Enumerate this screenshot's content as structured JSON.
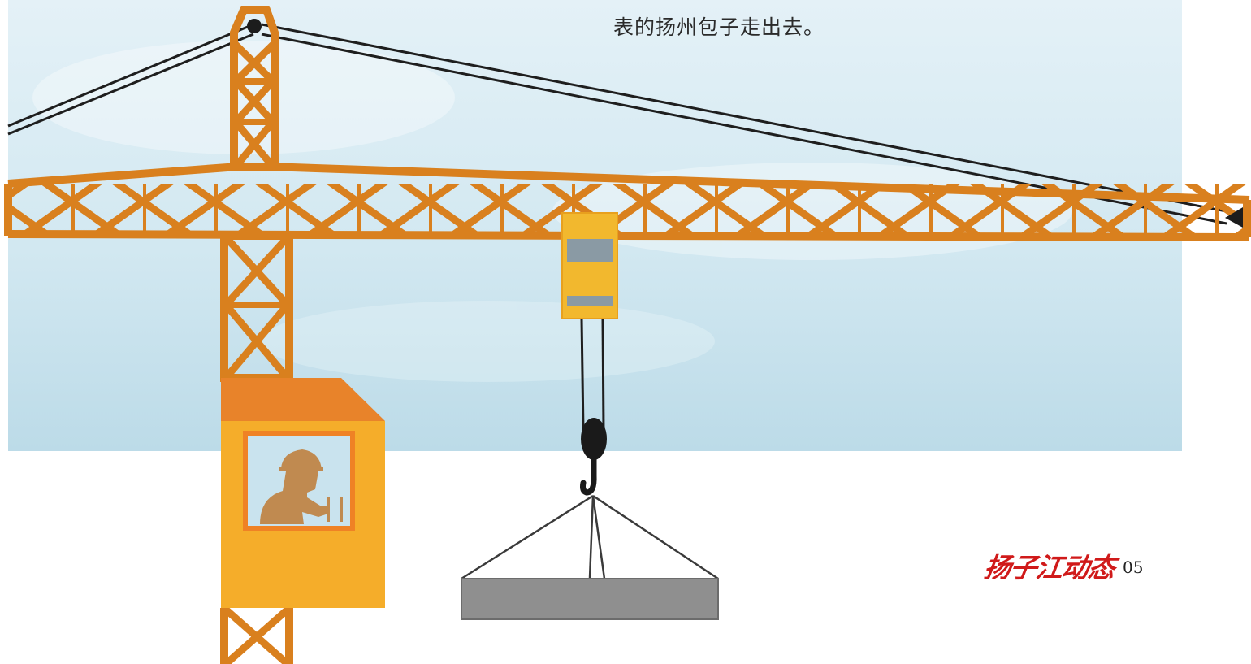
{
  "page": {
    "caption": "表的扬州包子走出去。",
    "brand_logo_text": "扬子江动态",
    "page_number": "05"
  },
  "colors": {
    "sky": "#cfe7f1",
    "crane_orange": "#d9801e",
    "cab_yellow": "#f5ad2a",
    "cab_roof": "#e8832a",
    "hook_block_yellow": "#f2b82e",
    "load_gray": "#8f8f8f",
    "brand_red": "#d01a1a"
  },
  "icons": {
    "operator": "hard-hat-worker-silhouette-icon",
    "hook": "crane-hook-icon"
  }
}
